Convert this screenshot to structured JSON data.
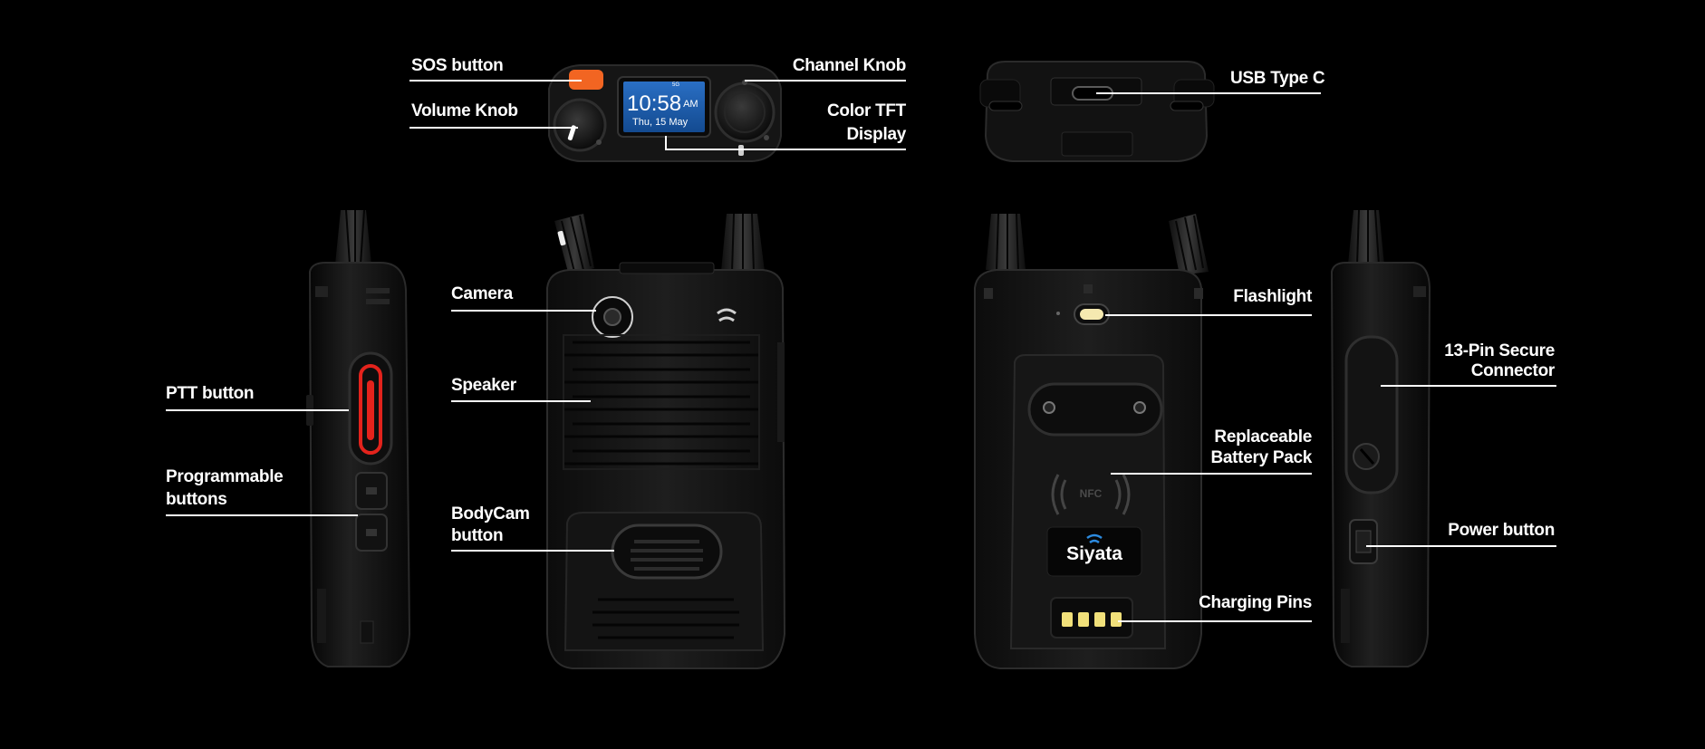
{
  "device": {
    "screen_time": "10:58",
    "screen_ampm": "AM",
    "screen_date": "Thu, 15 May",
    "screen_signal": "5G",
    "brand_logo": "Siyata",
    "nfc_text": "NFC"
  },
  "labels": {
    "sos": "SOS button",
    "volume": "Volume Knob",
    "channel": "Channel Knob",
    "display_line1": "Color TFT",
    "display_line2": "Display",
    "usb": "USB Type C",
    "camera": "Camera",
    "speaker": "Speaker",
    "ptt": "PTT button",
    "programmable_line1": "Programmable",
    "programmable_line2": "buttons",
    "bodycam_line1": "BodyCam",
    "bodycam_line2": "button",
    "flashlight": "Flashlight",
    "connector_line1": "13-Pin Secure",
    "connector_line2": "Connector",
    "battery_line1": "Replaceable",
    "battery_line2": "Battery Pack",
    "power": "Power button",
    "charging": "Charging Pins"
  },
  "colors": {
    "background": "#000000",
    "label": "#ffffff",
    "sos_orange": "#f26522",
    "ptt_red": "#e3231c",
    "screen_blue": "#1f5fb0",
    "flashlight": "#f5e9b0",
    "pins": "#f1e07a"
  }
}
